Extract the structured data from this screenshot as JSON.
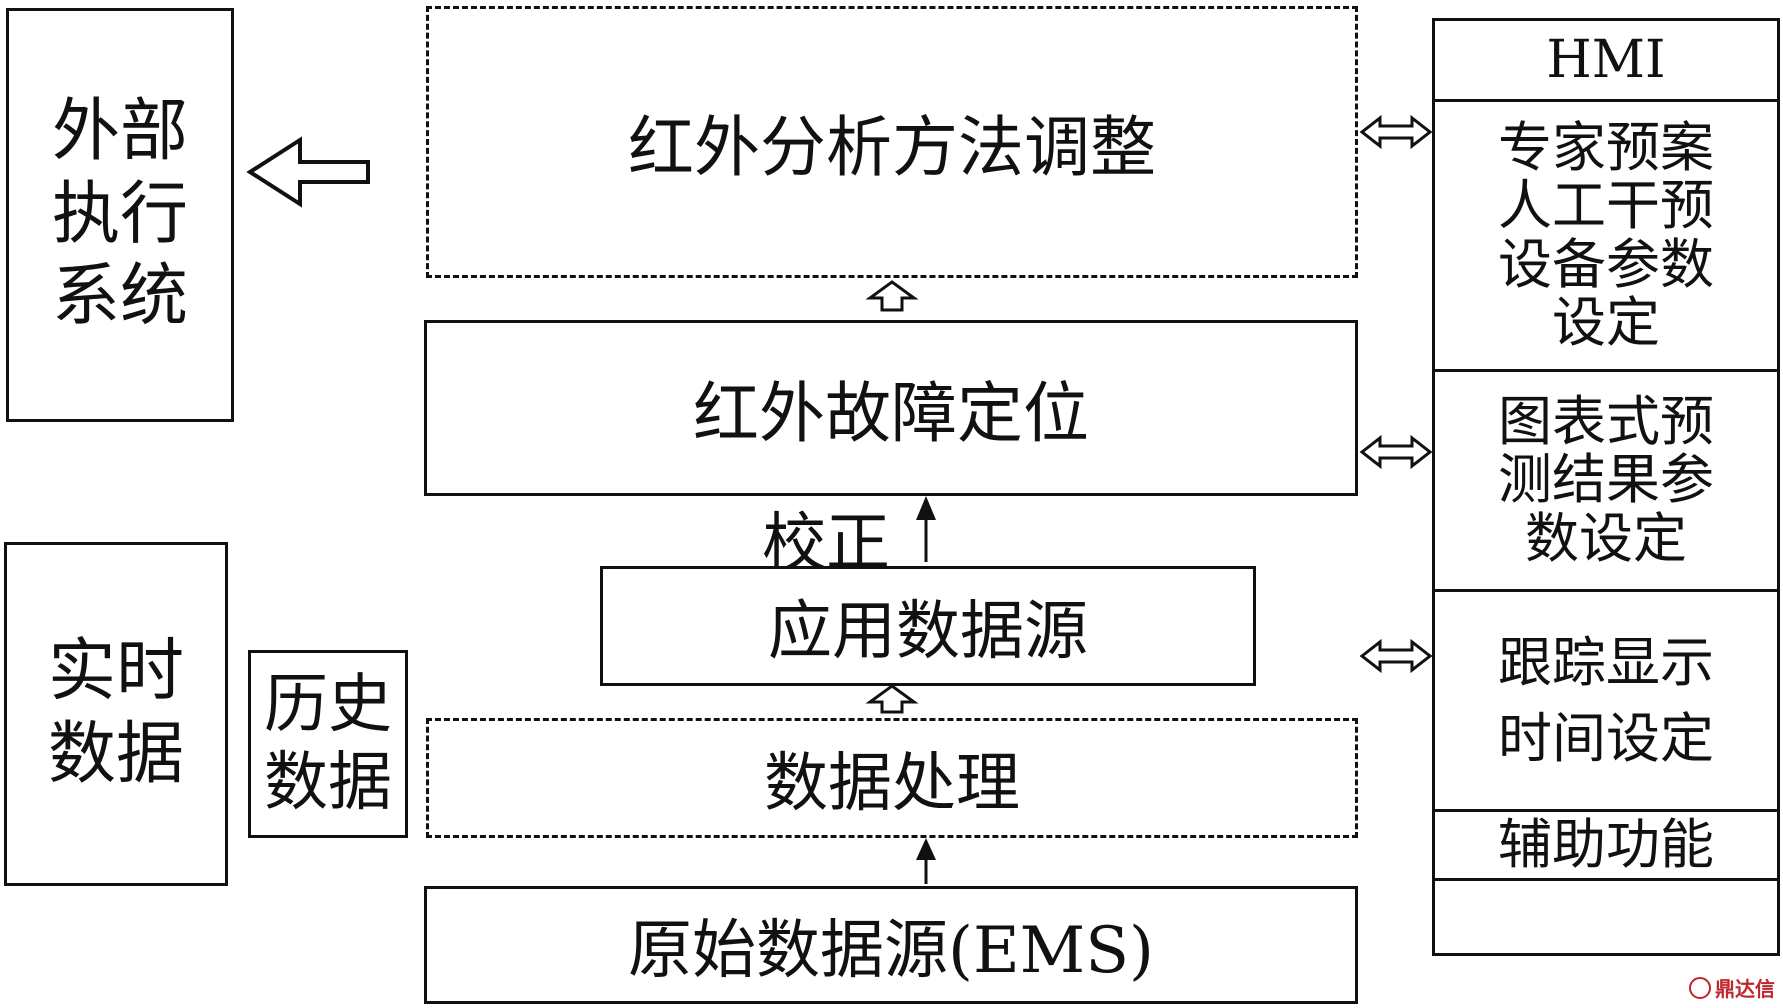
{
  "left_panel": {
    "external_system": "外部执行系统",
    "realtime_data": "实时数据",
    "history_data": "历史数据"
  },
  "center_flow": {
    "infrared_method_adjust": "红外分析方法调整",
    "infrared_fault_locate": "红外故障定位",
    "correction_label": "校正",
    "application_data_source": "应用数据源",
    "data_processing": "数据处理",
    "raw_data_source": "原始数据源(EMS)"
  },
  "hmi_panel": {
    "title": "HMI",
    "sections": [
      "专家预案人工干预设备参数设定",
      "图表式预测结果参数设定",
      "跟踪显示时间设定",
      "辅助功能"
    ]
  },
  "watermark": {
    "text": "鼎达信"
  }
}
